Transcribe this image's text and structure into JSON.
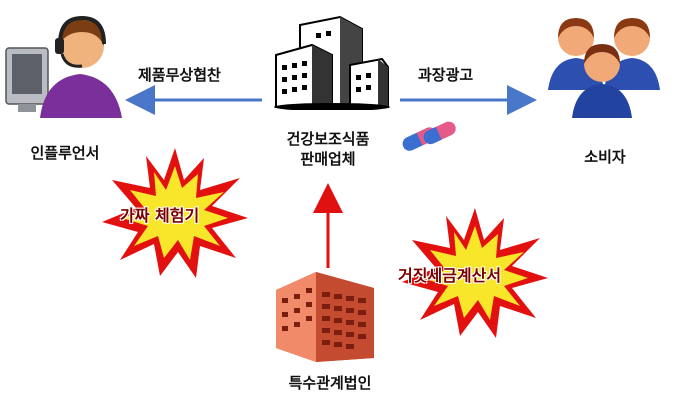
{
  "nodes": {
    "company": {
      "label_line1": "건강보조식품",
      "label_line2": "판매업체"
    },
    "influencer": {
      "label": "인플루언서"
    },
    "consumers": {
      "label": "소비자"
    },
    "related_corp": {
      "label": "특수관계법인"
    }
  },
  "edges": {
    "to_influencer": {
      "label": "제품무상협찬"
    },
    "to_consumers": {
      "label": "과장광고"
    }
  },
  "bursts": {
    "fake_experience": {
      "text": "가짜 체험기"
    },
    "fake_invoice": {
      "text": "거짓세금계산서"
    }
  },
  "colors": {
    "arrow_blue": "#4a76c9",
    "arrow_red": "#e01010",
    "burst_outer": "#e31010",
    "burst_inner": "#f7e62a"
  }
}
